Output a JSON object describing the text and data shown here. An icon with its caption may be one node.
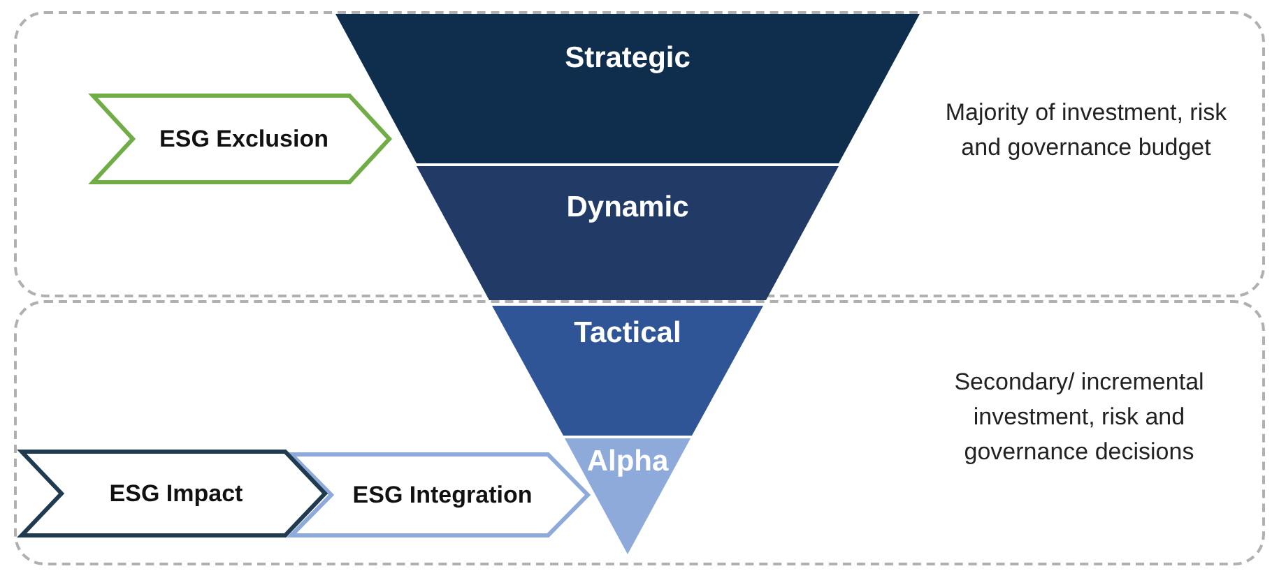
{
  "diagram": {
    "nodes": [
      {
        "text": [
          "Majority of investment, risk and governance budget"
        ]
      },
      {
        "text": [
          "Strategic"
        ],
        "in": 0
      },
      {
        "text": [
          "Dynamic"
        ],
        "in": 0
      },
      {
        "text": [
          "ESG Exclusion"
        ],
        "in": 0
      },
      {
        "text": [
          "Secondary/ incremental investment, risk and governance decisions"
        ]
      },
      {
        "text": [
          "Tactical"
        ],
        "in": 4
      },
      {
        "text": [
          "Alpha"
        ],
        "in": 4
      },
      {
        "text": [
          "ESG Impact"
        ],
        "in": 4
      },
      {
        "text": [
          "ESG Integration"
        ],
        "in": 4
      }
    ]
  }
}
